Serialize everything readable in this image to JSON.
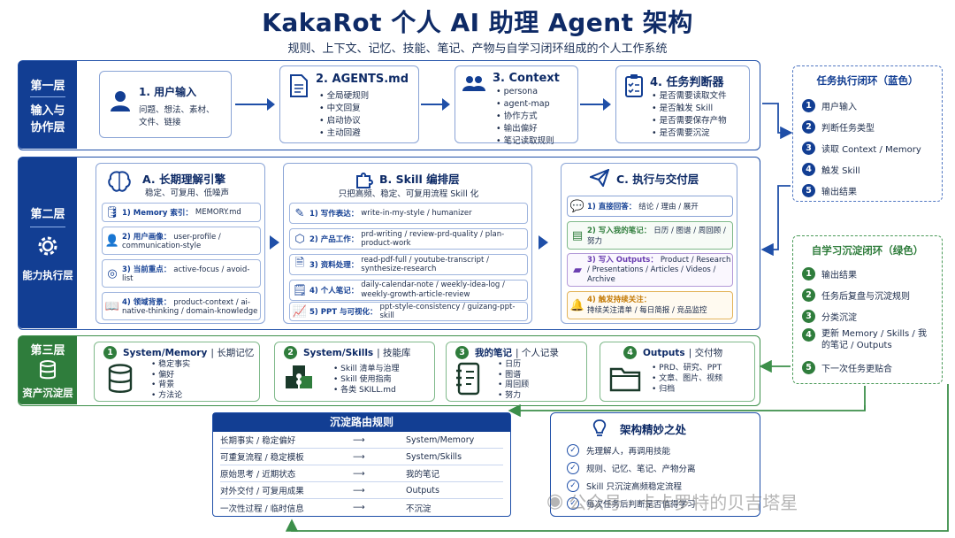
{
  "title": "KakaRot 个人 AI 助理 Agent 架构",
  "subtitle": "规则、上下文、记忆、技能、笔记、产物与自学习闭环组成的个人工作系统",
  "layer1": {
    "tag1": "第一层",
    "tag2": "输入与",
    "tag3": "协作层",
    "cards": [
      {
        "title": "1. 用户输入",
        "items": [
          "问题、想法、素材、",
          "文件、链接"
        ]
      },
      {
        "title": "2. AGENTS.md",
        "items": [
          "全局硬规则",
          "中文回复",
          "启动协议",
          "主动回避"
        ]
      },
      {
        "title": "3. Context",
        "items": [
          "persona",
          "agent-map",
          "协作方式",
          "输出偏好",
          "笔记读取规则"
        ]
      },
      {
        "title": "4. 任务判断器",
        "items": [
          "是否需要读取文件",
          "是否触发 Skill",
          "是否需要保存产物",
          "是否需要沉淀"
        ]
      }
    ]
  },
  "layer2": {
    "tag1": "第二层",
    "tag2": "能力执行层",
    "a": {
      "title": "A. 长期理解引擎",
      "desc": "稳定、可复用、低噪声",
      "items": [
        {
          "label": "1) Memory 索引：",
          "text": "MEMORY.md"
        },
        {
          "label": "2) 用户画像：",
          "text": "user-profile / communication-style"
        },
        {
          "label": "3) 当前重点：",
          "text": "active-focus / avoid-list"
        },
        {
          "label": "4) 领域背景：",
          "text": "product-context / ai-native-thinking / domain-knowledge"
        }
      ]
    },
    "b": {
      "title": "B. Skill 编排层",
      "desc": "只把高频、稳定、可复用流程 Skill 化",
      "items": [
        {
          "label": "1) 写作表达：",
          "text": "write-in-my-style / humanizer"
        },
        {
          "label": "2) 产品工作：",
          "text": "prd-writing / review-prd-quality / plan-product-work"
        },
        {
          "label": "3) 资料处理：",
          "text": "read-pdf-full / youtube-transcript / synthesize-research"
        },
        {
          "label": "4) 个人笔记：",
          "text": "daily-calendar-note / weekly-idea-log / weekly-growth-article-review"
        },
        {
          "label": "5) PPT 与可视化：",
          "text": "ppt-style-consistency / guizang-ppt-skill"
        }
      ]
    },
    "c": {
      "title": "C. 执行与交付层",
      "items": [
        {
          "label": "1) 直接回答：",
          "text": "结论 / 理由 / 展开"
        },
        {
          "label": "2) 写入我的笔记：",
          "text": "日历 / 图谱 / 周回顾 / 努力"
        },
        {
          "label": "3) 写入 Outputs：",
          "text": "Product / Research / Presentations / Articles / Videos / Archive"
        },
        {
          "label": "4) 触发持续关注：",
          "text": "持续关注清单 / 每日简报 / 竞品监控"
        }
      ]
    }
  },
  "layer3": {
    "tag1": "第三层",
    "tag2": "资产沉淀层",
    "cards": [
      {
        "num": "1",
        "title": "System/Memory",
        "tail": "| 长期记忆",
        "items": [
          "稳定事实",
          "偏好",
          "背景",
          "方法论"
        ]
      },
      {
        "num": "2",
        "title": "System/Skills",
        "tail": "| 技能库",
        "items": [
          "Skill 清单与治理",
          "Skill 使用指南",
          "各类 SKILL.md"
        ]
      },
      {
        "num": "3",
        "title": "我的笔记",
        "tail": "| 个人记录",
        "items": [
          "日历",
          "图谱",
          "周回顾",
          "努力"
        ]
      },
      {
        "num": "4",
        "title": "Outputs",
        "tail": "| 交付物",
        "items": [
          "PRD、研究、PPT",
          "文章、图片、视频",
          "归档"
        ]
      }
    ]
  },
  "loop_blue": {
    "title": "任务执行闭环（蓝色）",
    "items": [
      "用户输入",
      "判断任务类型",
      "读取 Context / Memory",
      "触发 Skill",
      "输出结果"
    ]
  },
  "loop_green": {
    "title": "自学习沉淀闭环（绿色）",
    "items": [
      "输出结果",
      "任务后复盘与沉淀规则",
      "分类沉淀",
      "更新 Memory / Skills / 我的笔记 / Outputs",
      "下一次任务更贴合"
    ]
  },
  "routing": {
    "title": "沉淀路由规则",
    "arrow": "⟶",
    "rows": [
      {
        "from": "长期事实 / 稳定偏好",
        "to": "System/Memory"
      },
      {
        "from": "可重复流程 / 稳定模板",
        "to": "System/Skills"
      },
      {
        "from": "原始思考 / 近期状态",
        "to": "我的笔记"
      },
      {
        "from": "对外交付 / 可复用成果",
        "to": "Outputs"
      },
      {
        "from": "一次性过程 / 临时信息",
        "to": "不沉淀"
      }
    ]
  },
  "highlights": {
    "title": "架构精妙之处",
    "items": [
      "先理解人，再调用技能",
      "规则、记忆、笔记、产物分离",
      "Skill 只沉淀高频稳定流程",
      "每次任务后判断是否值得学习"
    ]
  },
  "watermark": "公众号 · 卡卡罗特的贝吉塔星",
  "colors": {
    "primary": "#123e93",
    "green": "#2f7d3c",
    "border": "#1f4fa8"
  }
}
